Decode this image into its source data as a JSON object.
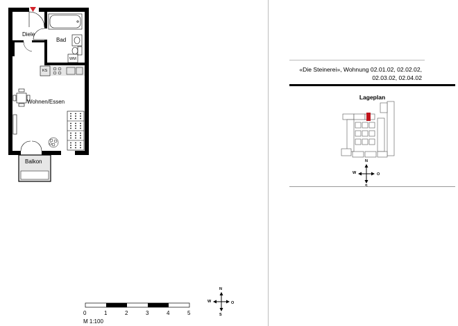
{
  "rooms": {
    "diele": "Diele",
    "bad": "Bad",
    "wm": "WM",
    "ks": "KS",
    "wohnen": "Wohnen/Essen",
    "balkon": "Balkon"
  },
  "title": {
    "line1": "«Die Steinerei», Wohnung 02.01.02, 02.02.02,",
    "line2": "02.03.02, 02.04.02"
  },
  "lageplan": {
    "heading": "Lageplan"
  },
  "compass": {
    "n": "N",
    "s": "S",
    "w": "W",
    "o": "O"
  },
  "scale": {
    "ticks": [
      "0",
      "1",
      "2",
      "3",
      "4",
      "5"
    ],
    "label": "M 1:100"
  },
  "colors": {
    "wall": "#000000",
    "highlight": "#c0141c",
    "entry_marker": "#d2232a",
    "kitchen_fill": "#e6e6e6"
  }
}
